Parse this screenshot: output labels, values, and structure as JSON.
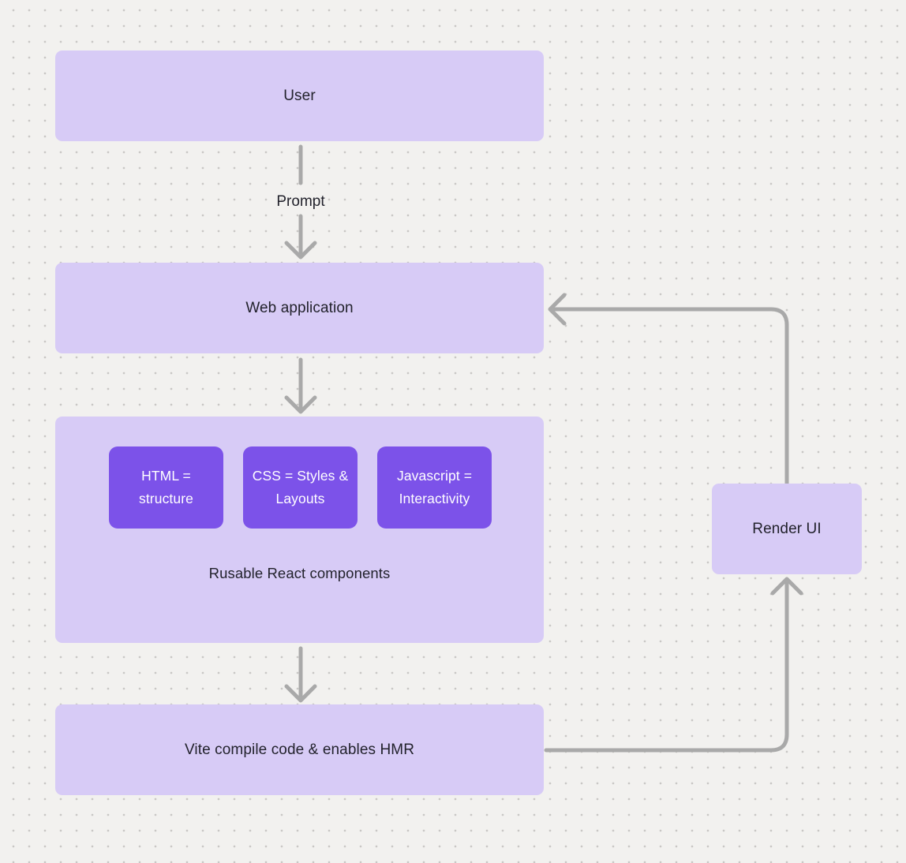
{
  "colors": {
    "background": "#f2f1ef",
    "dot_grid": "#c9c7c5",
    "node_fill_light": "#d7cbf6",
    "node_fill_accent": "#7c52e9",
    "node_text_dark": "#22222c",
    "node_text_light": "#ffffff",
    "connector": "#a9a9a9"
  },
  "nodes": {
    "user": {
      "label": "User"
    },
    "web_application": {
      "label": "Web application"
    },
    "components_group": {
      "caption": "Rusable React components",
      "children": [
        {
          "label": "HTML = structure"
        },
        {
          "label": "CSS = Styles & Layouts"
        },
        {
          "label": "Javascript = Interactivity"
        }
      ]
    },
    "vite": {
      "label": "Vite compile code & enables HMR"
    },
    "render_ui": {
      "label": "Render UI"
    }
  },
  "edges": {
    "user_to_web": {
      "label": "Prompt"
    }
  }
}
